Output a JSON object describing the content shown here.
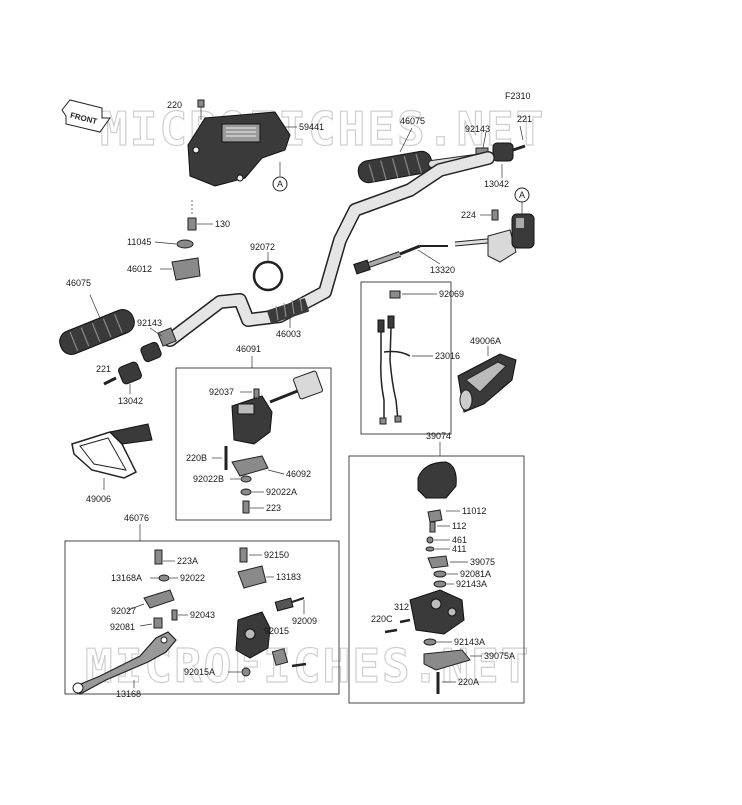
{
  "diagram": {
    "figure_code": "F2310",
    "watermark": "MICROFICHES.NET",
    "front_label": "FRONT",
    "ref_marker": "A",
    "parts": {
      "p220": "220",
      "p59441": "59441",
      "p46075_top": "46075",
      "p92143_top": "92143",
      "p221_top": "221",
      "p13042_top": "13042",
      "p130": "130",
      "p11045": "11045",
      "p92072": "92072",
      "p46012": "46012",
      "p224": "224",
      "p13320": "13320",
      "p46075_left": "46075",
      "p92143_left": "92143",
      "p46003": "46003",
      "p92069": "92069",
      "p23016": "23016",
      "p49006A": "49006A",
      "p221_left": "221",
      "p13042_left": "13042",
      "p46091": "46091",
      "p92037": "92037",
      "p220B": "220B",
      "p46092": "46092",
      "p92022B": "92022B",
      "p92022A": "92022A",
      "p223": "223",
      "p49006": "49006",
      "p39074": "39074",
      "p11012": "11012",
      "p112": "112",
      "p461": "461",
      "p411": "411",
      "p39075": "39075",
      "p92081A": "92081A",
      "p92143A_1": "92143A",
      "p312": "312",
      "p220C": "220C",
      "p92143A_2": "92143A",
      "p39075A": "39075A",
      "p220A": "220A",
      "p46076": "46076",
      "p223A": "223A",
      "p92150": "92150",
      "p13168A": "13168A",
      "p92022": "92022",
      "p13183": "13183",
      "p92027": "92027",
      "p92043": "92043",
      "p92009": "92009",
      "p92081": "92081",
      "p92015": "92015",
      "p92015A": "92015A",
      "p13168": "13168"
    }
  }
}
